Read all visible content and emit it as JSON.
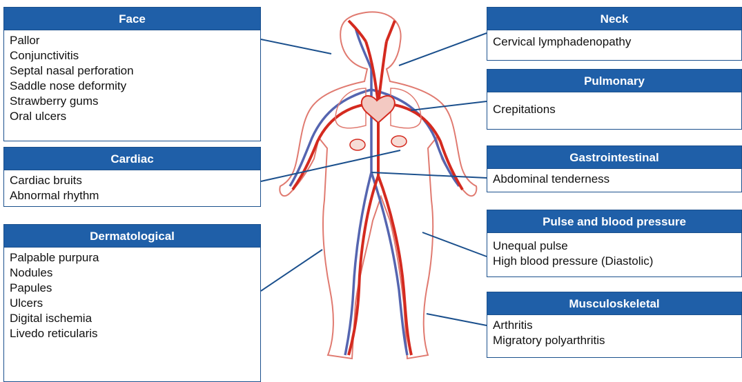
{
  "colors": {
    "header_bg": "#1f5fa8",
    "border": "#1a4f8c",
    "artery": "#d42a1f",
    "vein": "#5565b0",
    "outline": "#e07a70"
  },
  "left_panels": {
    "face": {
      "title": "Face",
      "items": [
        "Pallor",
        "Conjunctivitis",
        "Septal nasal perforation",
        "Saddle nose deformity",
        "Strawberry gums",
        "Oral ulcers"
      ]
    },
    "cardiac": {
      "title": "Cardiac",
      "items": [
        "Cardiac bruits",
        "Abnormal rhythm"
      ]
    },
    "dermatological": {
      "title": "Dermatological",
      "items": [
        "Palpable purpura",
        "Nodules",
        "Papules",
        "Ulcers",
        "Digital ischemia",
        "Livedo reticularis"
      ]
    }
  },
  "right_panels": {
    "neck": {
      "title": "Neck",
      "items": [
        "Cervical lymphadenopathy"
      ]
    },
    "pulmonary": {
      "title": "Pulmonary",
      "items": [
        "Crepitations"
      ]
    },
    "gastrointestinal": {
      "title": "Gastrointestinal",
      "items": [
        "Abdominal tenderness"
      ]
    },
    "pulse": {
      "title": "Pulse and blood pressure",
      "items": [
        "Unequal pulse",
        "High blood pressure (Diastolic)"
      ]
    },
    "musculoskeletal": {
      "title": "Musculoskeletal",
      "items": [
        "Arthritis",
        "Migratory polyarthritis"
      ]
    }
  }
}
